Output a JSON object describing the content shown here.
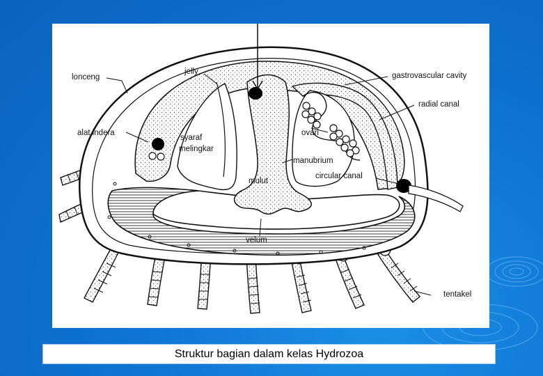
{
  "slide": {
    "background_color": "#0f74d2",
    "caption": "Struktur bagian dalam kelas Hydrozoa"
  },
  "diagram": {
    "labels": {
      "lonceng": "lonceng",
      "jelly": "jelly",
      "gastrovascular_cavity": "gastrovascular cavity",
      "radial_canal": "radial canal",
      "alat_indera": "alat indera",
      "syaraf": "syaraf",
      "melingkar": "melingkar",
      "ovari": "ovari",
      "manubrium": "manubrium",
      "circular_canal": "circular canal",
      "mulut": "mulut",
      "velum": "velum",
      "tentakel": "tentakel"
    }
  }
}
